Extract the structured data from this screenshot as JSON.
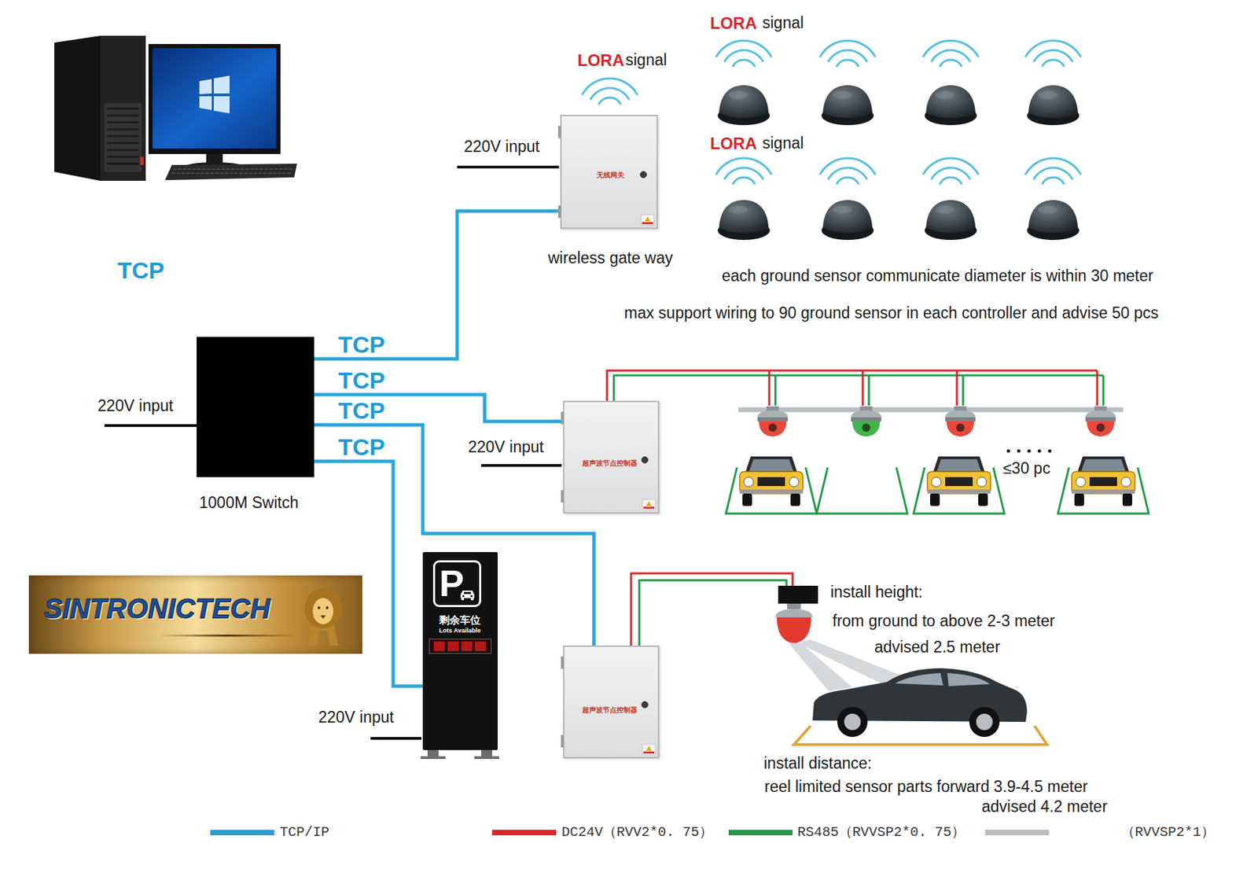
{
  "diagram": {
    "nodes": [
      {
        "text": [
          "无线网关",
          "wireless gate way"
        ]
      },
      {
        "text": [
          "1000M Switch"
        ]
      },
      {
        "text": [
          "超声波节点控制器"
        ]
      },
      {
        "text": [
          "P",
          "剩余车位",
          "Lots Available"
        ]
      },
      {
        "text": [
          "SINTRONICTECH"
        ]
      },
      {
        "text": [
          "超声波节点控制器"
        ]
      }
    ],
    "edges": [
      {
        "from": 1,
        "to": 0,
        "label": "TCP",
        "arrow": "none"
      },
      {
        "from": 1,
        "to": 2,
        "label": "TCP",
        "arrow": "none"
      },
      {
        "from": 1,
        "to": 5,
        "label": "TCP",
        "arrow": "none"
      },
      {
        "from": 1,
        "to": 3,
        "label": "TCP",
        "arrow": "none"
      }
    ],
    "labels": [
      "LORA",
      "signal",
      "LORA",
      "signal",
      "220V input",
      "LORA",
      "signal",
      "TCP",
      "each ground sensor communicate diameter is within 30 meter",
      "max support wiring to 90 ground sensor in each controller and advise 50 pcs",
      "220V input",
      "220V input",
      "≤30 pc",
      "install height:",
      "from ground to above 2-3 meter",
      "advised 2.5 meter",
      "220V input",
      "install distance:",
      "reel limited sensor parts forward 3.9-4.5 meter",
      "advised 4.2 meter"
    ],
    "legend": [
      {
        "text": "TCP/IP",
        "color": "#2a9fd6"
      },
      {
        "text": "DC24V（RVV2*0. 75）",
        "color": "#d9262a"
      },
      {
        "text": "RS485（RVVSP2*0. 75）",
        "color": "#1f9a48"
      },
      {
        "text": "（RVVSP2*1）",
        "color": "#bdbdbd"
      }
    ]
  }
}
